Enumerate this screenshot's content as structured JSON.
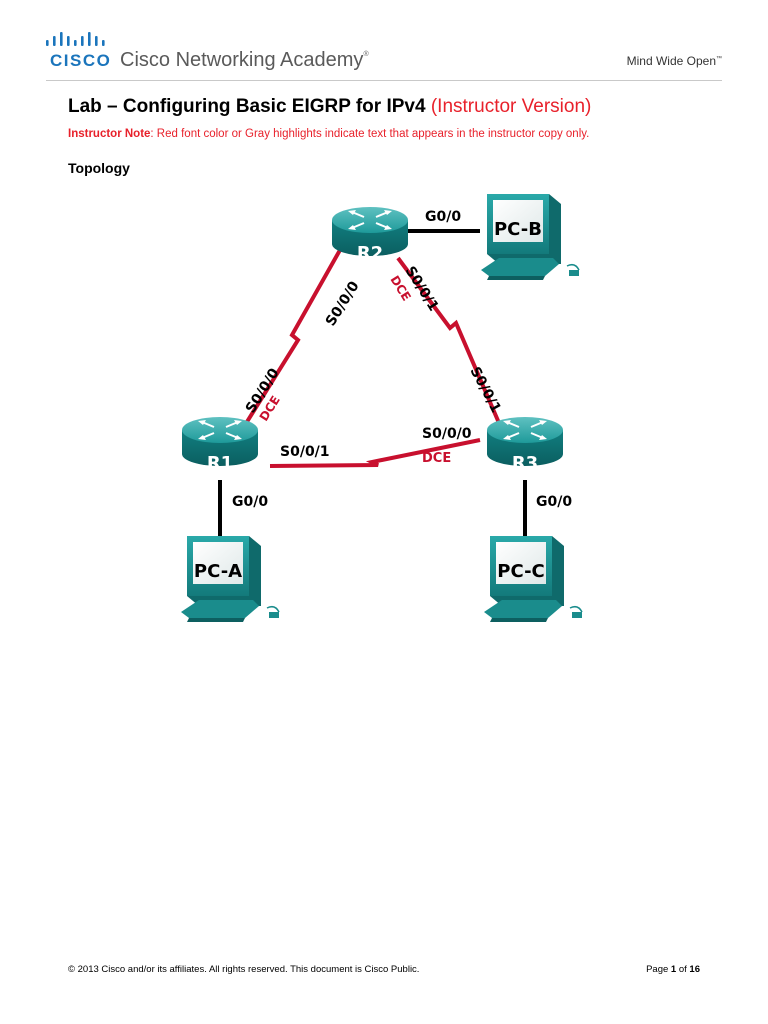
{
  "header": {
    "logo_text": "CISCO",
    "academy_name": "Cisco Networking Academy",
    "academy_mark": "®",
    "tagline": "Mind Wide Open",
    "tagline_mark": "™"
  },
  "document": {
    "title_main": "Lab – Configuring Basic EIGRP for IPv4",
    "title_suffix": "(Instructor Version)",
    "note_label": "Instructor Note",
    "note_text": ": Red font color or Gray highlights indicate text that appears in the instructor copy only.",
    "section_heading": "Topology"
  },
  "topology": {
    "routers": {
      "r1": "R1",
      "r2": "R2",
      "r3": "R3"
    },
    "pcs": {
      "pca": "PC-A",
      "pcb": "PC-B",
      "pcc": "PC-C"
    },
    "interfaces": {
      "r2_g00": "G0/0",
      "r2_s000": "S0/0/0",
      "r2_s001": "S0/0/1",
      "r2_dce": "DCE",
      "r1_s000": "S0/0/0",
      "r1_dce": "DCE",
      "r1_s001": "S0/0/1",
      "r1_g00": "G0/0",
      "r3_s000": "S0/0/0",
      "r3_dce": "DCE",
      "r3_s001": "S0/0/1",
      "r3_g00": "G0/0"
    },
    "colors": {
      "serial_link": "#c8102e",
      "ethernet_link": "#000000",
      "router_body": "#138a8a",
      "pc_body": "#1d9a9a",
      "dce_label": "#c8102e"
    }
  },
  "footer": {
    "copyright": "© 2013 Cisco and/or its affiliates. All rights reserved. This document is Cisco Public.",
    "page_label": "Page",
    "page_current": "1",
    "page_of": "of",
    "page_total": "16"
  }
}
